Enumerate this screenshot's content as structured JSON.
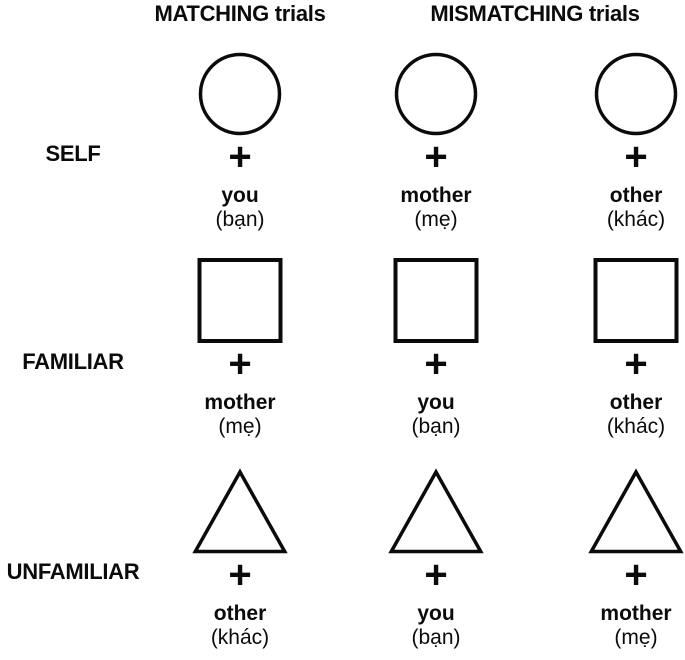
{
  "figure": {
    "headers": {
      "matching": "MATCHING trials",
      "mismatching": "MISMATCHING trials"
    },
    "fixation_cross": "+",
    "colors": {
      "ink": "#0b0b0b",
      "background": "#ffffff"
    },
    "rows": [
      {
        "label": "SELF",
        "shape": "circle",
        "cells": [
          {
            "word": "you",
            "translation": "(bạn)"
          },
          {
            "word": "mother",
            "translation": "(mẹ)"
          },
          {
            "word": "other",
            "translation": "(khác)"
          }
        ]
      },
      {
        "label": "FAMILIAR",
        "shape": "square",
        "cells": [
          {
            "word": "mother",
            "translation": "(mẹ)"
          },
          {
            "word": "you",
            "translation": "(bạn)"
          },
          {
            "word": "other",
            "translation": "(khác)"
          }
        ]
      },
      {
        "label": "UNFAMILIAR",
        "shape": "triangle",
        "cells": [
          {
            "word": "other",
            "translation": "(khác)"
          },
          {
            "word": "you",
            "translation": "(bạn)"
          },
          {
            "word": "mother",
            "translation": "(mẹ)"
          }
        ]
      }
    ]
  }
}
